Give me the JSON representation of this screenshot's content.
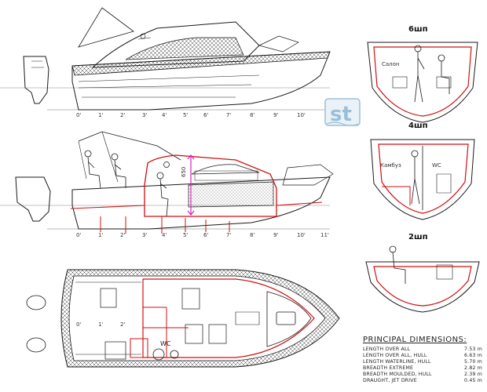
{
  "station_ticks": [
    "0'",
    "1'",
    "2'",
    "3'",
    "4'",
    "5'",
    "6'",
    "7'",
    "8'",
    "9'",
    "10'",
    "11'"
  ],
  "sections": [
    {
      "title": "6шп",
      "rooms": [
        "Салон"
      ]
    },
    {
      "title": "4шп",
      "rooms": [
        "Камбуз",
        "WC"
      ]
    },
    {
      "title": "2шп",
      "rooms": []
    }
  ],
  "plan_labels": {
    "wc": "WC"
  },
  "headroom_label": "650",
  "logo": {
    "text": "st",
    "color": "#9bbfd8"
  },
  "principal_dimensions": {
    "title": "PRINCIPAL DIMENSIONS:",
    "rows": [
      {
        "label": "LENGTH OVER ALL",
        "value": "7.53",
        "unit": "m"
      },
      {
        "label": "LENGTH OVER ALL, HULL",
        "value": "6.63",
        "unit": "m"
      },
      {
        "label": "LENGTH WATERLINE, HULL",
        "value": "5.70",
        "unit": "m"
      },
      {
        "label": "BREADTH EXTREME",
        "value": "2.82",
        "unit": "m"
      },
      {
        "label": "BREADTH MOULDED, HULL",
        "value": "2.39",
        "unit": "m"
      },
      {
        "label": "DRAUGHT, JET DRIVE",
        "value": "0.45",
        "unit": "m"
      }
    ]
  },
  "colors": {
    "line": "#1a1a1a",
    "red": "#d01010",
    "magenta": "#d020c0",
    "hatch": "#777777"
  }
}
